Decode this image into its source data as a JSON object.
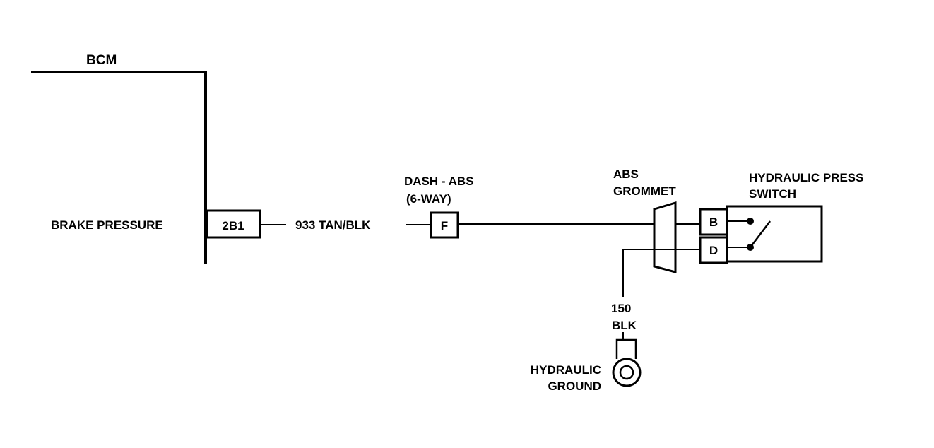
{
  "bcm": {
    "title": "BCM",
    "signal_label": "BRAKE PRESSURE",
    "pin": "2B1"
  },
  "wire_933": {
    "label": "933 TAN/BLK"
  },
  "dash_connector": {
    "label_line1": "DASH - ABS",
    "label_line2": "(6-WAY)",
    "pin": "F"
  },
  "grommet": {
    "label_line1": "ABS",
    "label_line2": "GROMMET"
  },
  "switch": {
    "label_line1": "HYDRAULIC PRESS",
    "label_line2": "SWITCH",
    "pin_top": "B",
    "pin_bottom": "D"
  },
  "wire_150": {
    "label_line1": "150",
    "label_line2": "BLK"
  },
  "ground": {
    "label_line1": "HYDRAULIC",
    "label_line2": "GROUND"
  }
}
